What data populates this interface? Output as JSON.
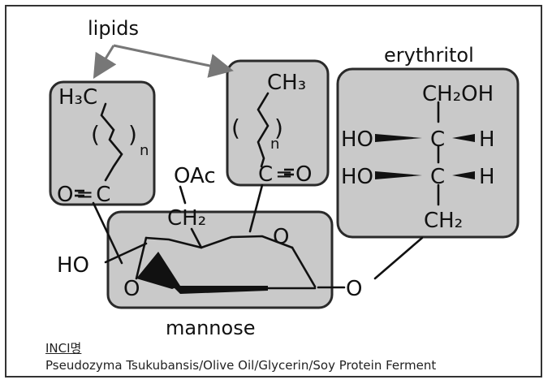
{
  "labels": {
    "lipids": "lipids",
    "erythritol": "erythritol",
    "mannose": "mannose"
  },
  "lipid_left": {
    "terminal": "H₃C",
    "repeat_open": "(",
    "repeat_close": ")",
    "repeat_sub": "n",
    "carbonyl": "O=C"
  },
  "lipid_right": {
    "terminal": "CH₃",
    "repeat_open": "(",
    "repeat_close": ")",
    "repeat_sub": "n",
    "carbonyl": "C=O"
  },
  "erythritol_struct": {
    "top": "CH₂OH",
    "ho1": "HO",
    "c1": "C",
    "h1": "H",
    "ho2": "HO",
    "c2": "C",
    "h2": "H",
    "bottom": "CH₂"
  },
  "mannose_struct": {
    "oac": "OAc",
    "ch2": "CH₂",
    "ho": "HO",
    "o_ring_left": "O",
    "o_ring_right": "O",
    "o_linker": "O"
  },
  "inci": {
    "label": "INCI명",
    "text": "Pseudozyma Tsukubansis/Olive Oil/Glycerin/Soy Protein Ferment"
  },
  "colors": {
    "box_fill": "#c9c9c9",
    "box_stroke": "#2a2a2a",
    "arrow": "#777777",
    "text": "#111111"
  }
}
